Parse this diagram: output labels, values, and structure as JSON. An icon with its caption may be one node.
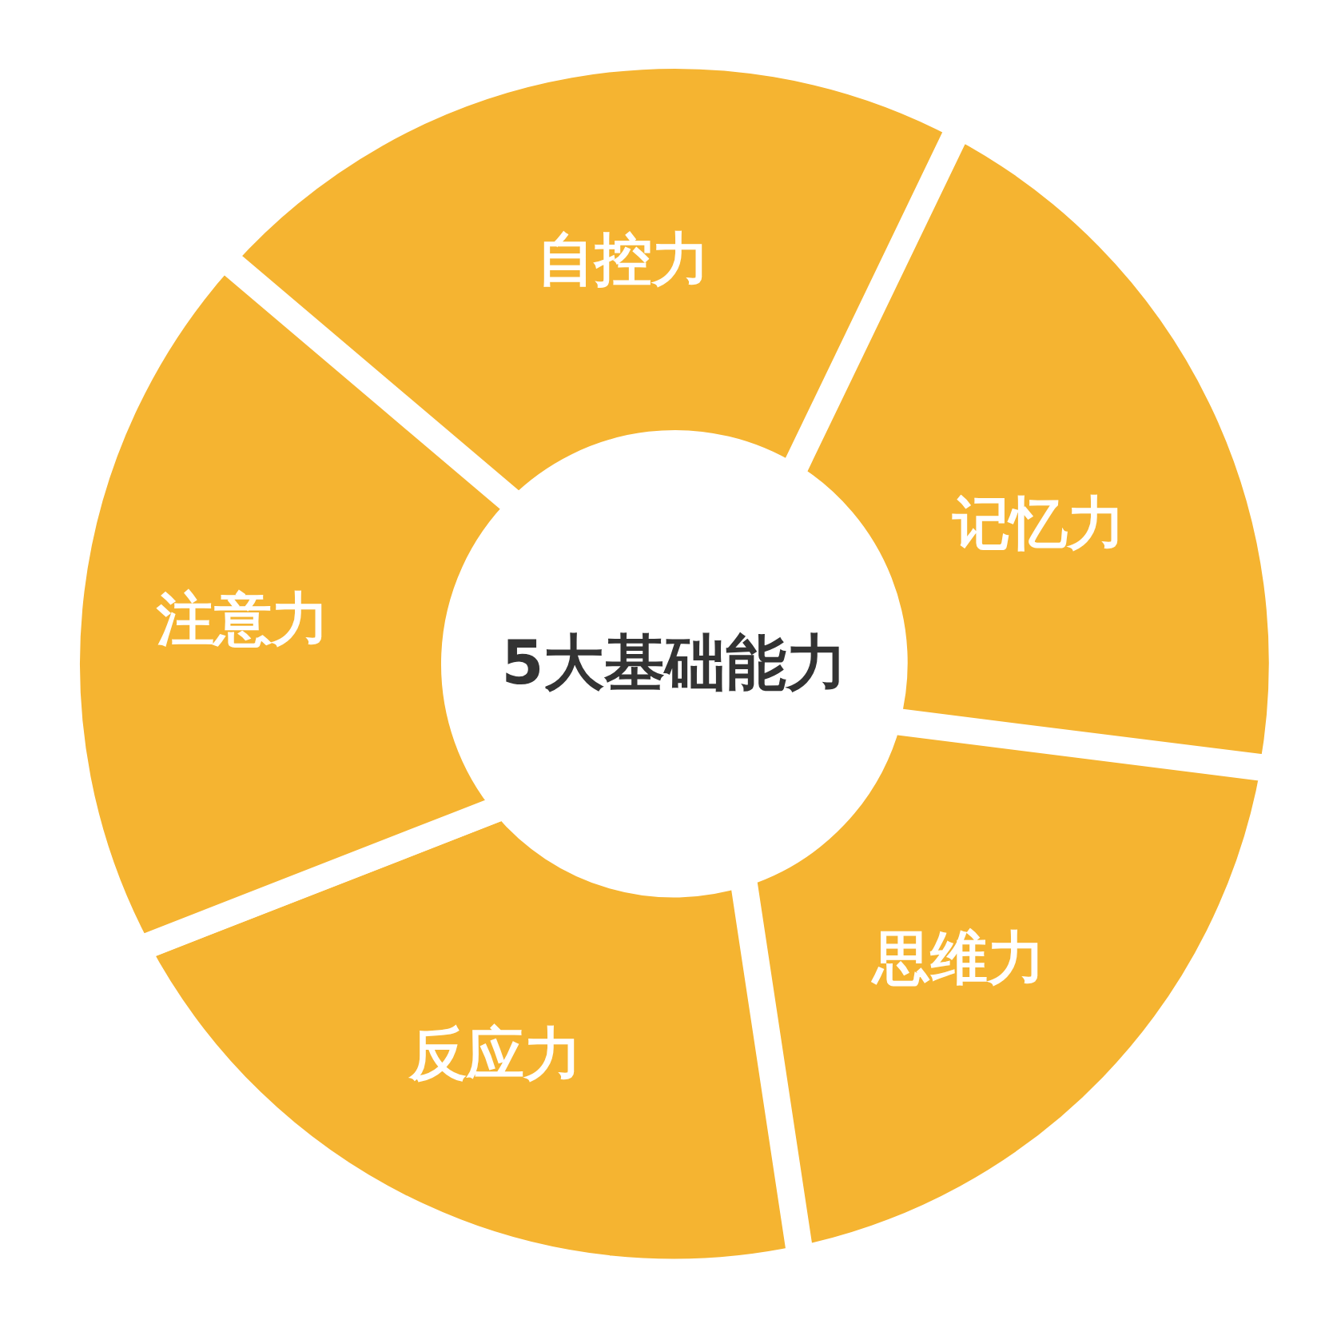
{
  "diagram": {
    "nodes": [
      {
        "text": [
          "5大基础能力"
        ]
      },
      {
        "text": [
          "自控力"
        ]
      },
      {
        "text": [
          "记忆力"
        ]
      },
      {
        "text": [
          "思维力"
        ]
      },
      {
        "text": [
          "反应力"
        ]
      },
      {
        "text": [
          "注意力"
        ]
      }
    ]
  }
}
